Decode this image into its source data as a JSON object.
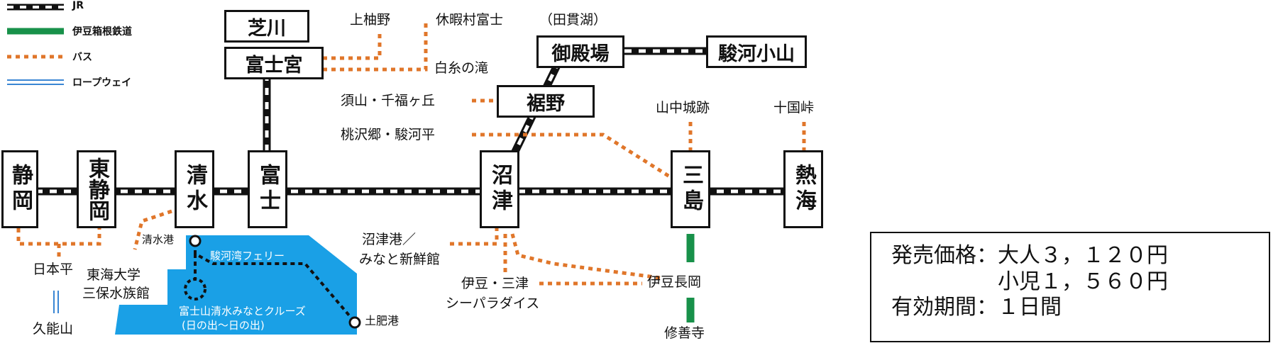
{
  "colors": {
    "jr": "#111111",
    "izuhakone": "#18914a",
    "bus": "#e0762a",
    "ropeway": "#3a86d4",
    "bay": "#1aa0e6"
  },
  "legend": [
    {
      "label": "JR",
      "type": "jr"
    },
    {
      "label": "伊豆箱根鉄道",
      "type": "izuhakone"
    },
    {
      "label": "バス",
      "type": "bus"
    },
    {
      "label": "ロープウェイ",
      "type": "ropeway"
    }
  ],
  "stations": {
    "shizuoka": "静岡",
    "higashi_shizuoka": "東静岡",
    "shimizu": "清水",
    "fuji": "富士",
    "numazu": "沼津",
    "mishima": "三島",
    "atami": "熱海",
    "shibakawa": "芝川",
    "fujinomiya": "富士宮",
    "gotemba": "御殿場",
    "surugaoyama": "駿河小山",
    "susono": "裾野"
  },
  "places": {
    "kamiyuno": "上柚野",
    "kyukamura": "休暇村富士",
    "tanuki": "（田貫湖）",
    "shiraito": "白糸の滝",
    "suyama": "須山・千福ヶ丘",
    "momozawa": "桃沢郷・駿河平",
    "yamanaka": "山中城跡",
    "jukkoku": "十国峠",
    "nihondaira": "日本平",
    "kunozan": "久能山",
    "tokai_univ_1": "東海大学",
    "tokai_univ_2": "三保水族館",
    "shimizu_port": "清水港",
    "ferry": "駿河湾フェリー",
    "cruise_1": "富士山清水みなとクルーズ",
    "cruise_2": "(日の出～日の出)",
    "toi_port": "土肥港",
    "numazu_port_1": "沼津港／",
    "numazu_port_2": "みなと新鮮館",
    "izu_mito_1": "伊豆・三津",
    "izu_mito_2": "シーパラダイス",
    "izu_nagaoka": "伊豆長岡",
    "shuzenji": "修善寺"
  },
  "price": {
    "line1": "発売価格：大人３，１２０円",
    "line2": "　　　　　小児１，５６０円",
    "line3": "有効期間：１日間"
  }
}
